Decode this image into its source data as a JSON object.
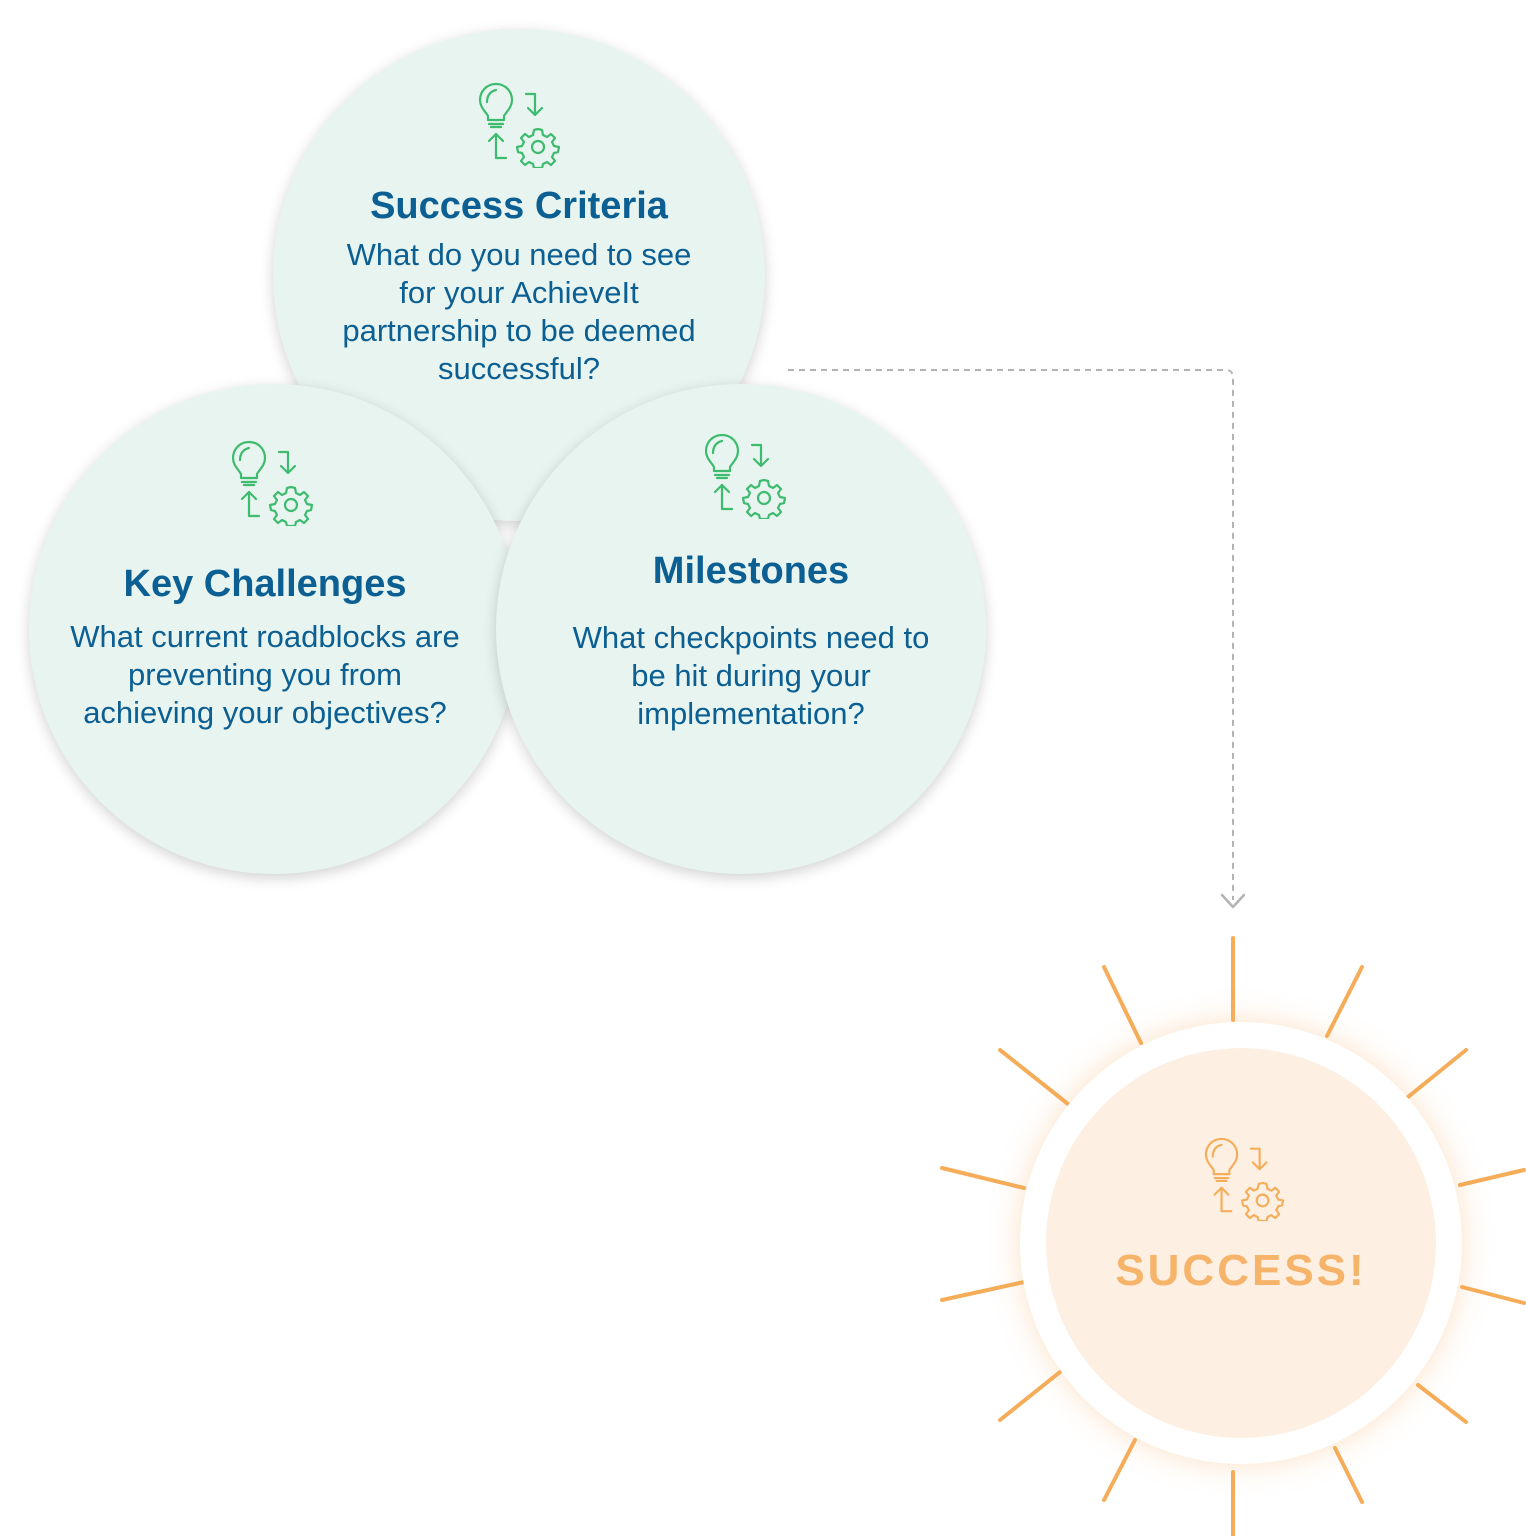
{
  "circles": {
    "success_criteria": {
      "title": "Success Criteria",
      "question": "What do you need to see for your AchieveIt partnership to be deemed successful?",
      "icon": "idea-to-process-icon"
    },
    "key_challenges": {
      "title": "Key Challenges",
      "question": "What current roadblocks are preventing you from achieving your objectives?",
      "icon": "idea-to-process-icon"
    },
    "milestones": {
      "title": "Milestones",
      "question": "What checkpoints need to be hit during your implementation?",
      "icon": "idea-to-process-icon"
    }
  },
  "outcome": {
    "label": "SUCCESS!",
    "icon": "idea-to-process-icon"
  },
  "colors": {
    "circle_fill": "#e8f4ef",
    "text_blue": "#0b5f92",
    "icon_green": "#3dbb6e",
    "sun_orange": "#f5ad5a",
    "success_fill": "#fdf0e3",
    "connector_gray": "#b3b3b3"
  }
}
